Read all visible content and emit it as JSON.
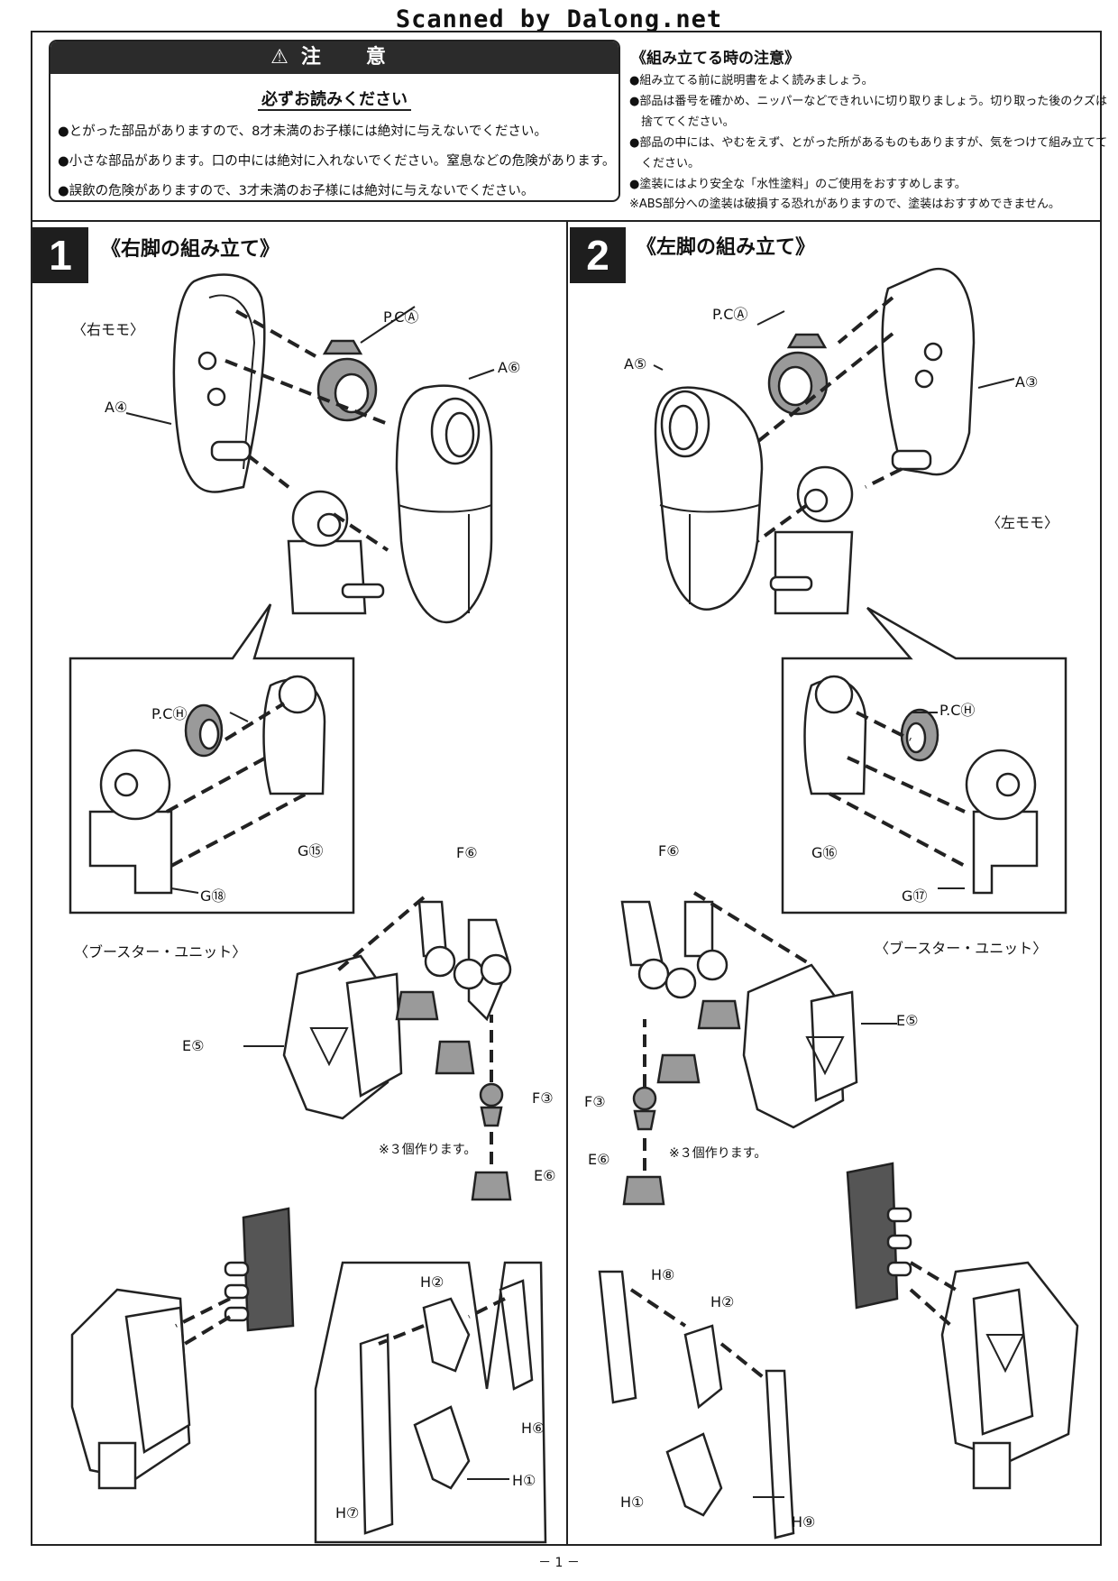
{
  "scanner": "Scanned by Dalong.net",
  "caution": {
    "title": "注　意",
    "subtitle": "必ずお読みください",
    "items": [
      "●とがった部品がありますので、8才未満のお子様には絶対に与えないでください。",
      "●小さな部品があります。口の中には絶対に入れないでください。窒息などの危険があります。",
      "●誤飲の危険がありますので、3才未満のお子様には絶対に与えないでください。"
    ]
  },
  "assembly_notes": {
    "title": "《組み立てる時の注意》",
    "items": [
      "●組み立てる前に説明書をよく読みましょう。",
      "●部品は番号を確かめ、ニッパーなどできれいに切り取りましょう。切り取った後のクズは",
      "　捨ててください。",
      "●部品の中には、やむをえず、とがった所があるものもありますが、気をつけて組み立てて",
      "　ください。",
      "●塗装にはより安全な「水性塗料」のご使用をおすすめします。",
      "※ABS部分への塗装は破損する恐れがありますので、塗装はおすすめできません。"
    ]
  },
  "step1": {
    "number": "1",
    "title": "《右脚の組み立て》",
    "group_thigh": "〈右モモ〉",
    "group_booster": "〈ブースター・ユニット〉",
    "labels": {
      "pc_a": "P.CⒶ",
      "a6": "A⑥",
      "a4": "A④",
      "pc_h": "P.CⒽ",
      "g15": "G⑮",
      "g18": "G⑱",
      "f6": "F⑥",
      "e5": "E⑤",
      "f3": "F③",
      "e6": "E⑥",
      "h2": "H②",
      "h6": "H⑥",
      "h1": "H①",
      "h7": "H⑦"
    },
    "note": "※３個作ります。"
  },
  "step2": {
    "number": "2",
    "title": "《左脚の組み立て》",
    "group_thigh": "〈左モモ〉",
    "group_booster": "〈ブースター・ユニット〉",
    "labels": {
      "pc_a": "P.CⒶ",
      "a5": "A⑤",
      "a3": "A③",
      "pc_h": "P.CⒽ",
      "g16": "G⑯",
      "g17": "G⑰",
      "f6": "F⑥",
      "e5": "E⑤",
      "f3": "F③",
      "e6": "E⑥",
      "h8": "H⑧",
      "h2": "H②",
      "h1": "H①",
      "h9": "H⑨"
    },
    "note": "※３個作ります。"
  },
  "page_number": "－ 1 －"
}
